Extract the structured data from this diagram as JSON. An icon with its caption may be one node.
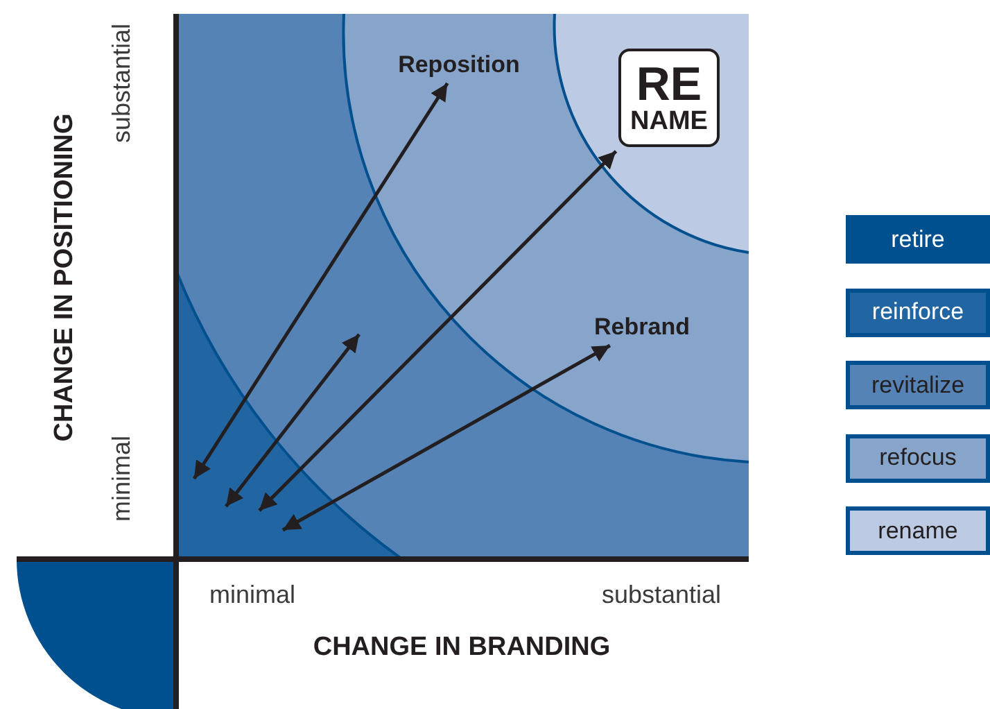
{
  "diagram": {
    "nodes": [
      {
        "text": [
          "Reposition"
        ]
      },
      {
        "text": [
          "RE",
          "NAME"
        ]
      },
      {
        "text": [
          "Rebrand"
        ]
      },
      {
        "text": [],
        "shape": "circle"
      }
    ],
    "edges": [
      {
        "from": 3,
        "to": 0,
        "arrow": "both"
      },
      {
        "from": 3,
        "to": null,
        "arrow": "both"
      },
      {
        "from": 3,
        "to": 1,
        "arrow": "both"
      },
      {
        "from": 3,
        "to": 2,
        "arrow": "both"
      }
    ],
    "labels": [
      "substantial",
      "CHANGE IN POSITIONING",
      "minimal",
      "minimal",
      "substantial",
      "CHANGE IN BRANDING"
    ],
    "legend": [
      {
        "text": "retire",
        "color": "#00508f"
      },
      {
        "text": "reinforce",
        "color": "#2166a3"
      },
      {
        "text": "revitalize",
        "color": "#5683b5"
      },
      {
        "text": "refocus",
        "color": "#87a5cb"
      },
      {
        "text": "rename",
        "color": "#bccbe3"
      }
    ]
  }
}
